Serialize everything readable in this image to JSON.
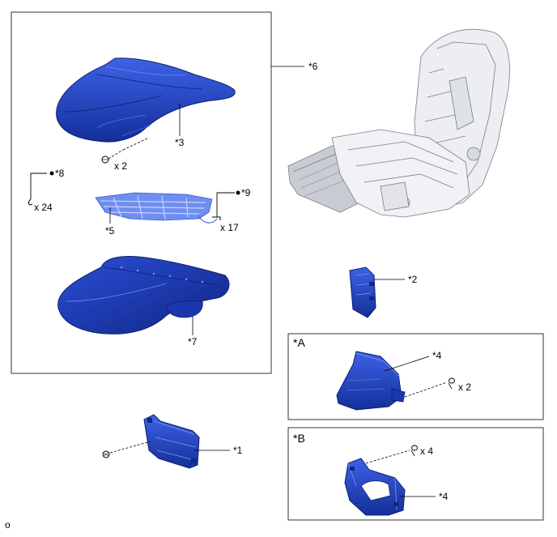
{
  "callouts": {
    "c1": "*1",
    "c2": "*2",
    "c3": "*3",
    "c4a": "*4",
    "c4b": "*4",
    "c5": "*5",
    "c6": "*6",
    "c7": "*7",
    "c8": "*8",
    "c9": "*9"
  },
  "quantities": {
    "screw_seat": "x 2",
    "clip_8": "x 24",
    "clip_9": "x 17",
    "screw_a": "x 2",
    "screw_b": "x 4"
  },
  "variants": {
    "a": "*A",
    "b": "*B"
  },
  "figure_code": "o",
  "colors": {
    "part_blue": "#1f3fbf",
    "part_blue_dark": "#10258a",
    "part_blue_light": "#3d62e6",
    "frame_gray": "#b8bcc4",
    "frame_line": "#6d7078"
  }
}
